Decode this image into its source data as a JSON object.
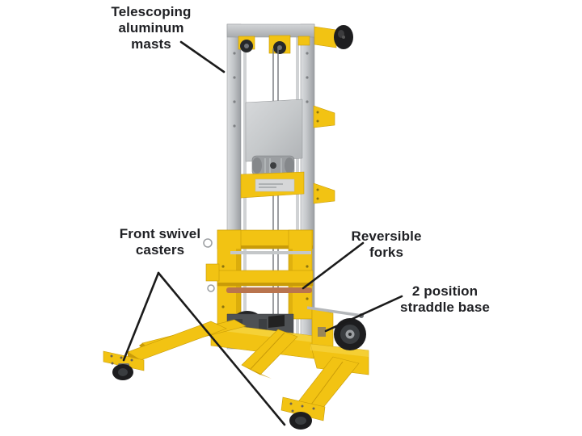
{
  "diagram": {
    "illustration": "hand-winch-material-lift",
    "background": "#ffffff",
    "callouts": [
      {
        "id": "masts",
        "text": "Telescoping\naluminum\nmasts"
      },
      {
        "id": "casters",
        "text": "Front swivel\ncasters"
      },
      {
        "id": "forks",
        "text": "Reversible\nforks"
      },
      {
        "id": "straddle",
        "text": "2 position\nstraddle base"
      }
    ],
    "colors": {
      "text": "#1f2024",
      "leader": "#1b1b1b",
      "yellow": "#f2c313",
      "yellow-dark": "#c99b08",
      "yellow-light": "#f8dc55",
      "metal": "#bfc2c5",
      "metal-light": "#dcdee0",
      "metal-dark": "#8f9295",
      "steel-dark": "#4e5154",
      "tire": "#1d1d1f",
      "copper": "#b9744e",
      "sticker": "#d6d7d8"
    }
  }
}
